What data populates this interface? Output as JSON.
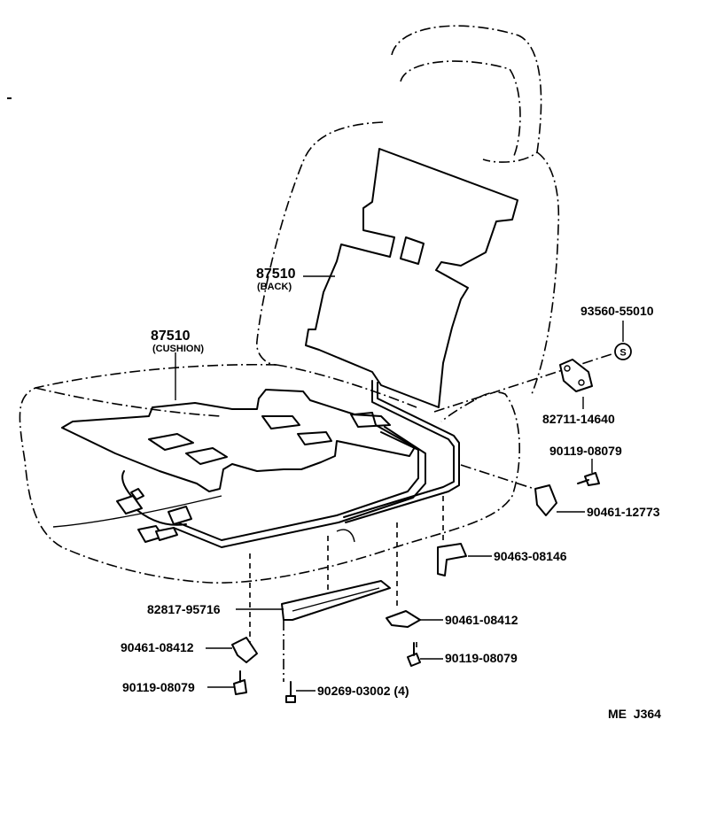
{
  "diagram_code": "ME  J364",
  "parts": {
    "back_number": "87510",
    "back_sub": "(BACK)",
    "cushion_number": "87510",
    "cushion_sub": "(CUSHION)",
    "p_93560": "93560-55010",
    "p_82711": "82711-14640",
    "p_90119_top": "90119-08079",
    "p_90461_12773": "90461-12773",
    "p_90463": "90463-08146",
    "p_82817": "82817-95716",
    "p_90461_right": "90461-08412",
    "p_90119_right": "90119-08079",
    "p_90461_left": "90461-08412",
    "p_90119_left": "90119-08079",
    "p_90269": "90269-03002 (4)",
    "clip_symbol": "S"
  }
}
